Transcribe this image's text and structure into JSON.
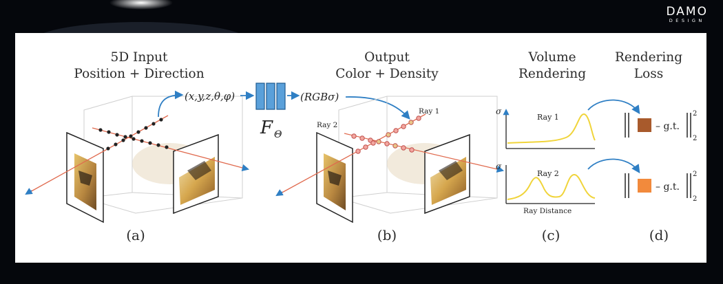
{
  "brand": {
    "logo": "DAMO",
    "sub": "DESIGN"
  },
  "panels": {
    "a": {
      "title_line1": "5D Input",
      "title_line2": "Position + Direction",
      "caption": "(a)",
      "input_vector": "(x,y,z,θ,φ)"
    },
    "network": {
      "label": "F",
      "subscript": "Θ"
    },
    "b": {
      "title_line1": "Output",
      "title_line2": "Color + Density",
      "caption": "(b)",
      "output_vector": "(RGBσ)",
      "ray1": "Ray 1",
      "ray2": "Ray 2"
    },
    "c": {
      "title_line1": "Volume",
      "title_line2": "Rendering",
      "caption": "(c)",
      "axis_label": "σ",
      "plot1_label": "Ray 1",
      "plot2_label": "Ray 2",
      "xlabel": "Ray Distance"
    },
    "d": {
      "title_line1": "Rendering",
      "title_line2": "Loss",
      "caption": "(d)",
      "gt": "– g.t.",
      "sup": "2",
      "sub": "2"
    }
  },
  "colors": {
    "background": "#05070c",
    "panel": "#ffffff",
    "arrow": "#2f7fc4",
    "network": "#5aa0da",
    "curve": "#f0d43a",
    "ray": "#e06a4e",
    "loss_color_1": "#a85a2c",
    "loss_color_2": "#f28a3c"
  }
}
